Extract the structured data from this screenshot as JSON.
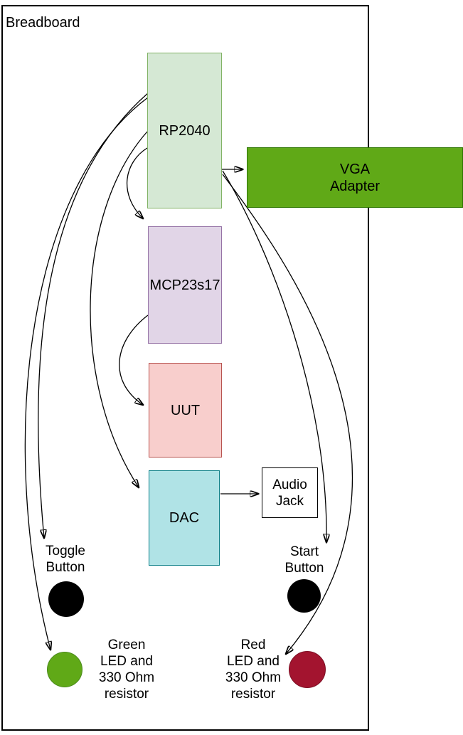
{
  "breadboard": {
    "label": "Breadboard"
  },
  "nodes": {
    "rp2040": {
      "label": "RP2040",
      "fill": "#d5e8d4",
      "stroke": "#82b366"
    },
    "mcp23s17": {
      "label": "MCP23s17",
      "fill": "#e1d5e7",
      "stroke": "#9673a6"
    },
    "uut": {
      "label": "UUT",
      "fill": "#f8cecc",
      "stroke": "#b85450"
    },
    "dac": {
      "label": "DAC",
      "fill": "#b0e3e6",
      "stroke": "#0e8088"
    },
    "vga_adapter": {
      "label": "VGA\nAdapter",
      "fill": "#60a917",
      "stroke": "#2d7600"
    },
    "audio_jack": {
      "label": "Audio\nJack",
      "fill": "#ffffff",
      "stroke": "#000000"
    },
    "toggle_button": {
      "label": "Toggle\nButton",
      "fill": "#000000"
    },
    "start_button": {
      "label": "Start\nButton",
      "fill": "#000000"
    },
    "green_led": {
      "label": "Green\nLED and\n330 Ohm\nresistor",
      "fill": "#60a917"
    },
    "red_led": {
      "label": "Red\nLED and\n330 Ohm\nresistor",
      "fill": "#a3142f"
    }
  },
  "edges": [
    {
      "from": "RP2040",
      "to": "VGA Adapter"
    },
    {
      "from": "RP2040",
      "to": "MCP23s17"
    },
    {
      "from": "RP2040",
      "to": "DAC"
    },
    {
      "from": "RP2040",
      "to": "Toggle Button"
    },
    {
      "from": "RP2040",
      "to": "Green LED and 330 Ohm resistor"
    },
    {
      "from": "RP2040",
      "to": "Start Button"
    },
    {
      "from": "RP2040",
      "to": "Red LED and 330 Ohm resistor"
    },
    {
      "from": "MCP23s17",
      "to": "UUT"
    },
    {
      "from": "DAC",
      "to": "Audio Jack"
    }
  ],
  "edge_color": "#000000"
}
